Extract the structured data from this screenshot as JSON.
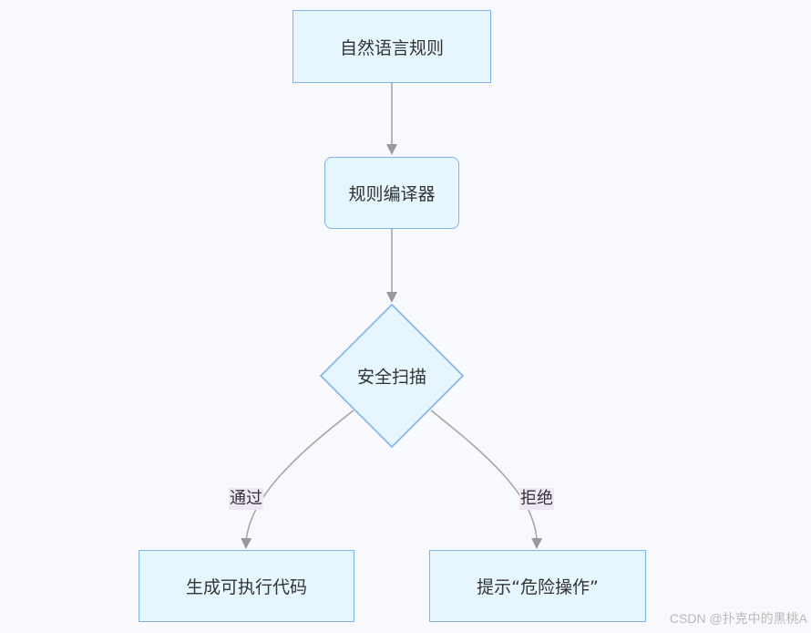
{
  "diagram": {
    "nodes": {
      "natural_language_rules": "自然语言规则",
      "rule_compiler": "规则编译器",
      "security_scan": "安全扫描",
      "generate_code": "生成可执行代码",
      "danger_prompt": "提示“危险操作”"
    },
    "edges": {
      "pass_label": "通过",
      "reject_label": "拒绝"
    },
    "colors": {
      "node_fill": "#e6f6ff",
      "node_border": "#7fb2ee",
      "edge": "#a6a6a6",
      "edge_label_bg": "#efe6f6",
      "background": "#f8f9fc"
    }
  },
  "watermark": "CSDN @扑克中的黑桃A"
}
